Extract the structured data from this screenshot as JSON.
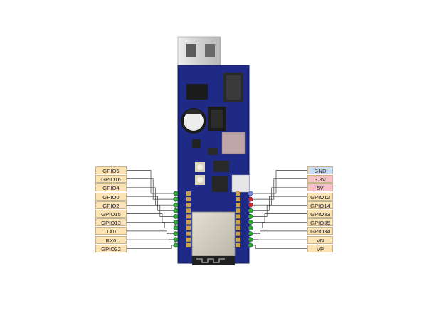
{
  "left_pins": [
    {
      "label": "GPIO5"
    },
    {
      "label": "GPIO16"
    },
    {
      "label": "GPIO4"
    },
    {
      "label": "GPIO0"
    },
    {
      "label": "GPIO2"
    },
    {
      "label": "GPIO15"
    },
    {
      "label": "GPIO13"
    },
    {
      "label": "TX0"
    },
    {
      "label": "RX0"
    },
    {
      "label": "GPIO32"
    }
  ],
  "right_pins": [
    {
      "label": "GND",
      "kind": "ground"
    },
    {
      "label": "3.3V",
      "kind": "power"
    },
    {
      "label": "5V",
      "kind": "power"
    },
    {
      "label": "GPIO12",
      "kind": "gpio"
    },
    {
      "label": "GPIO14",
      "kind": "gpio"
    },
    {
      "label": "GPIO33",
      "kind": "gpio"
    },
    {
      "label": "GPIO35",
      "kind": "gpio"
    },
    {
      "label": "GPIO34",
      "kind": "gpio"
    },
    {
      "label": "VN",
      "kind": "gpio"
    },
    {
      "label": "VP",
      "kind": "gpio"
    }
  ],
  "colors": {
    "gpio_label_fill": "#fbe3b4",
    "ground_label_fill": "#c5dcf2",
    "power_label_fill": "#f4c2c4",
    "board": "#1f2a86",
    "pad_green": "#2ea82e",
    "pad_red": "#c8282e",
    "pad_blue": "#7b8ce0",
    "ethernet_jack": "#d8d8d8",
    "esp_module": "#d6d0c6"
  }
}
